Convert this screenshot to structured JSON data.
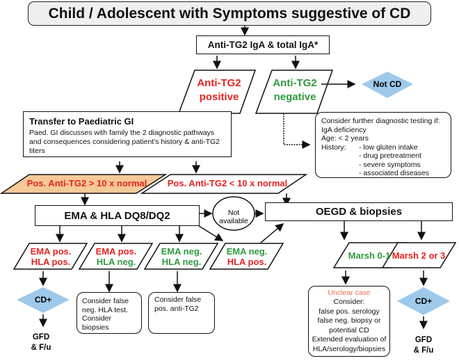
{
  "title": "Child / Adolescent with Symptoms suggestive of CD",
  "test": "Anti-TG2 IgA & total IgA*",
  "anti_tg2_positive": {
    "line1": "Anti-TG2",
    "line2": "positive"
  },
  "anti_tg2_negative": {
    "line1": "Anti-TG2",
    "line2": "negative"
  },
  "not_cd": "Not CD",
  "transfer": {
    "heading": "Transfer to Paediatric GI",
    "body": "Paed. GI discusses with family the 2 diagnostic pathways and consequences considering patient's history & anti-TG2 titers"
  },
  "further_testing": {
    "line1": "Consider further diagnostic testing if:",
    "line2": "IgA deficiency",
    "line3": "Age: < 2 years",
    "history_label": "History:",
    "history_items": [
      "- low gluten intake",
      "- drug pretreatment",
      "- severe symptoms",
      "- associated diseases"
    ]
  },
  "high_titer": "Pos. Anti-TG2 > 10 x normal",
  "low_titer": "Pos. Anti-TG2 < 10 x normal",
  "ema_hla": "EMA & HLA DQ8/DQ2",
  "not_available": "Not available",
  "oegd": "OEGD & biopsies",
  "outcomes": [
    {
      "ema": "EMA pos.",
      "hla": "HLA pos."
    },
    {
      "ema": "EMA pos.",
      "hla": "HLA neg."
    },
    {
      "ema": "EMA neg.",
      "hla": "HLA neg."
    },
    {
      "ema": "EMA neg.",
      "hla": "HLA pos."
    }
  ],
  "marsh_low": "Marsh 0-1",
  "marsh_high": "Marsh 2 or 3",
  "cd_plus": "CD+",
  "gfd": {
    "line1": "GFD",
    "line2": "& F/u"
  },
  "consider_hla": {
    "line1": "Consider false",
    "line2": "neg. HLA test.",
    "line3": "Consider biopsies"
  },
  "consider_tg2": {
    "line1": "Consider false",
    "line2": "pos. anti-TG2"
  },
  "unclear": {
    "heading": "Unclear case",
    "lines": [
      "Consider:",
      "false pos. serology",
      "false neg. biopsy or",
      "potential CD",
      "Extended evaluation of",
      "HLA/serology/biopsies"
    ]
  },
  "colors": {
    "positive": "#e5231f",
    "negative": "#2e9a3e",
    "diamond": "#9ec9ea",
    "high_titer_fill": "#f6c89a"
  }
}
